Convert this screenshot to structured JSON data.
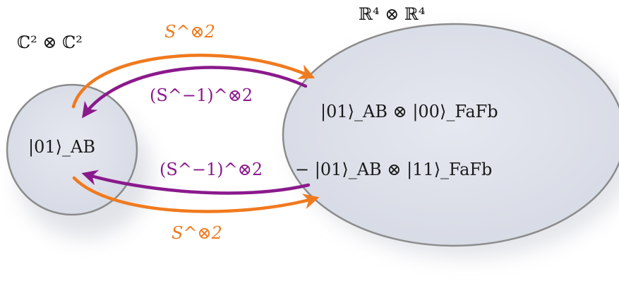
{
  "left_space": {
    "label": "ℂ² ⊗ ℂ²",
    "state": "|01⟩_AB"
  },
  "right_space": {
    "label": "ℝ⁴ ⊗ ℝ⁴",
    "state_1": "|01⟩_AB ⊗ |00⟩_FaFb",
    "state_2": "− |01⟩_AB ⊗ |11⟩_FaFb"
  },
  "arrows": {
    "forward_top_label": "S^⊗2",
    "inverse_top_label": "(S^−1)^⊗2",
    "inverse_bottom_label": "(S^−1)^⊗2",
    "forward_bottom_label": "S^⊗2"
  },
  "colors": {
    "forward": "#f07a1e",
    "inverse": "#8a1a8c",
    "bubble_fill": "#dde1ea",
    "bubble_stroke": "#8c8c8c"
  }
}
